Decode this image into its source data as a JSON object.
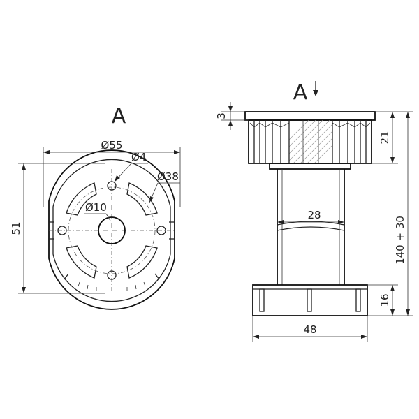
{
  "view_labels": {
    "bottom_view": "A",
    "side_view_arrow": "A"
  },
  "dimensions": {
    "outer_diameter": "Ø55",
    "hole_diameter": "Ø4",
    "bolt_circle": "Ø38",
    "center_hole": "Ø10",
    "height_left": "51",
    "top_flange": "3",
    "top_cap": "21",
    "shaft_width": "28",
    "adjust_height": "140 + 30",
    "base_height": "16",
    "base_width": "48"
  }
}
